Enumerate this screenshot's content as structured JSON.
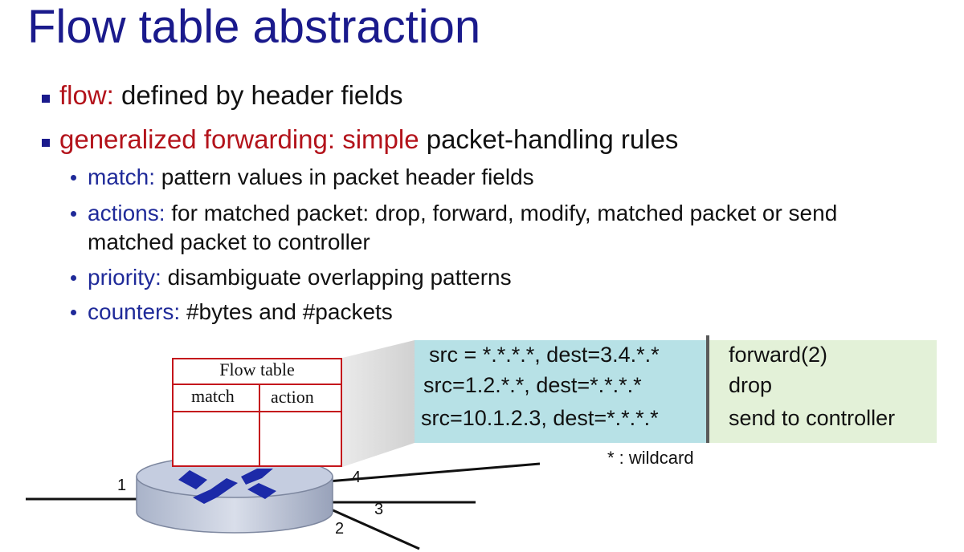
{
  "title": "Flow table abstraction",
  "bullets": {
    "flow_term": "flow:",
    "flow_text": " defined by header fields",
    "gf_term": "generalized forwarding: simple",
    "gf_text": " packet-handling rules"
  },
  "sub_bullets": {
    "match_term": "match:",
    "match_text": " pattern values in packet header fields",
    "actions_term": "actions:",
    "actions_text": " for matched packet: drop, forward, modify, matched packet or send",
    "actions_cont": "matched packet to controller",
    "priority_term": "priority:",
    "priority_text": " disambiguate overlapping patterns",
    "counters_term": "counters:",
    "counters_text": " #bytes and #packets"
  },
  "rules": [
    {
      "match": "src = *.*.*.*, dest=3.4.*.*",
      "action": "forward(2)"
    },
    {
      "match": "src=1.2.*.*, dest=*.*.*.*",
      "action": "drop"
    },
    {
      "match": "src=10.1.2.3, dest=*.*.*.*",
      "action": "send to controller"
    }
  ],
  "wildcard_note": "* : wildcard",
  "flow_table": {
    "title": "Flow table",
    "match_header": "match",
    "action_header": "action"
  },
  "ports": [
    "1",
    "2",
    "3",
    "4"
  ],
  "colors": {
    "title": "#1a1a8c",
    "term_red": "#b3131b",
    "term_blue": "#1f2a99",
    "match_panel": "#b7e1e6",
    "action_panel": "#e3f1d8",
    "table_border": "#c4161c"
  }
}
